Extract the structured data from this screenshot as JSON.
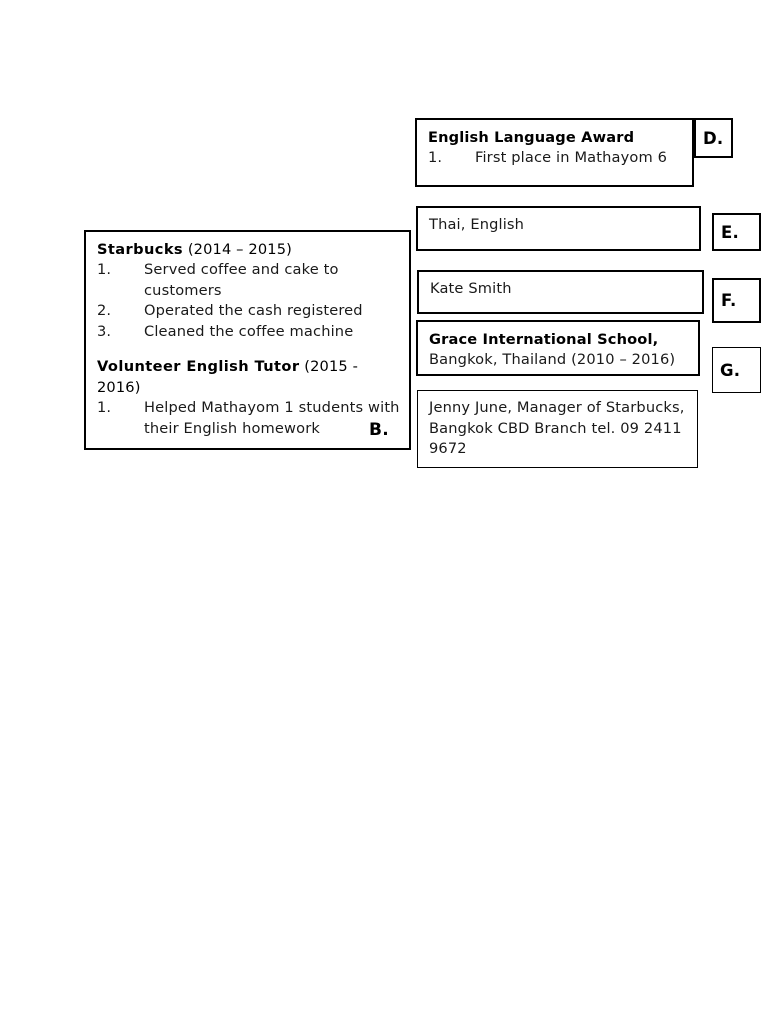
{
  "document": {
    "type": "worksheet",
    "background_color": "#ffffff",
    "text_color": "#1a1a1a",
    "border_color": "#000000"
  },
  "boxes": {
    "award": {
      "letter": "D.",
      "heading": "English Language Award",
      "items": [
        {
          "number": "1.",
          "text": "First place in Mathayom 6"
        }
      ]
    },
    "languages": {
      "letter": "E.",
      "text": "Thai, English"
    },
    "name": {
      "letter": "F.",
      "text": "Kate Smith"
    },
    "education": {
      "letter": "G.",
      "heading": "Grace International School,",
      "detail": "Bangkok, Thailand (2010 – 2016)"
    },
    "referee": {
      "lines": [
        "Jenny June, Manager of Starbucks,",
        "Bangkok CBD Branch tel. 09 2411",
        "9672"
      ]
    },
    "experience": {
      "letter": "B.",
      "sections": [
        {
          "title": "Starbucks",
          "dates": "(2014 – 2015)",
          "items": [
            {
              "number": "1.",
              "text": "Served coffee and cake to customers"
            },
            {
              "number": "2.",
              "text": "Operated the cash registered"
            },
            {
              "number": "3.",
              "text": "Cleaned the coffee machine"
            }
          ]
        },
        {
          "title": "Volunteer English Tutor",
          "dates": "(2015 - 2016)",
          "items": [
            {
              "number": "1.",
              "text": "Helped Mathayom 1 students with their English homework"
            }
          ]
        }
      ]
    }
  }
}
